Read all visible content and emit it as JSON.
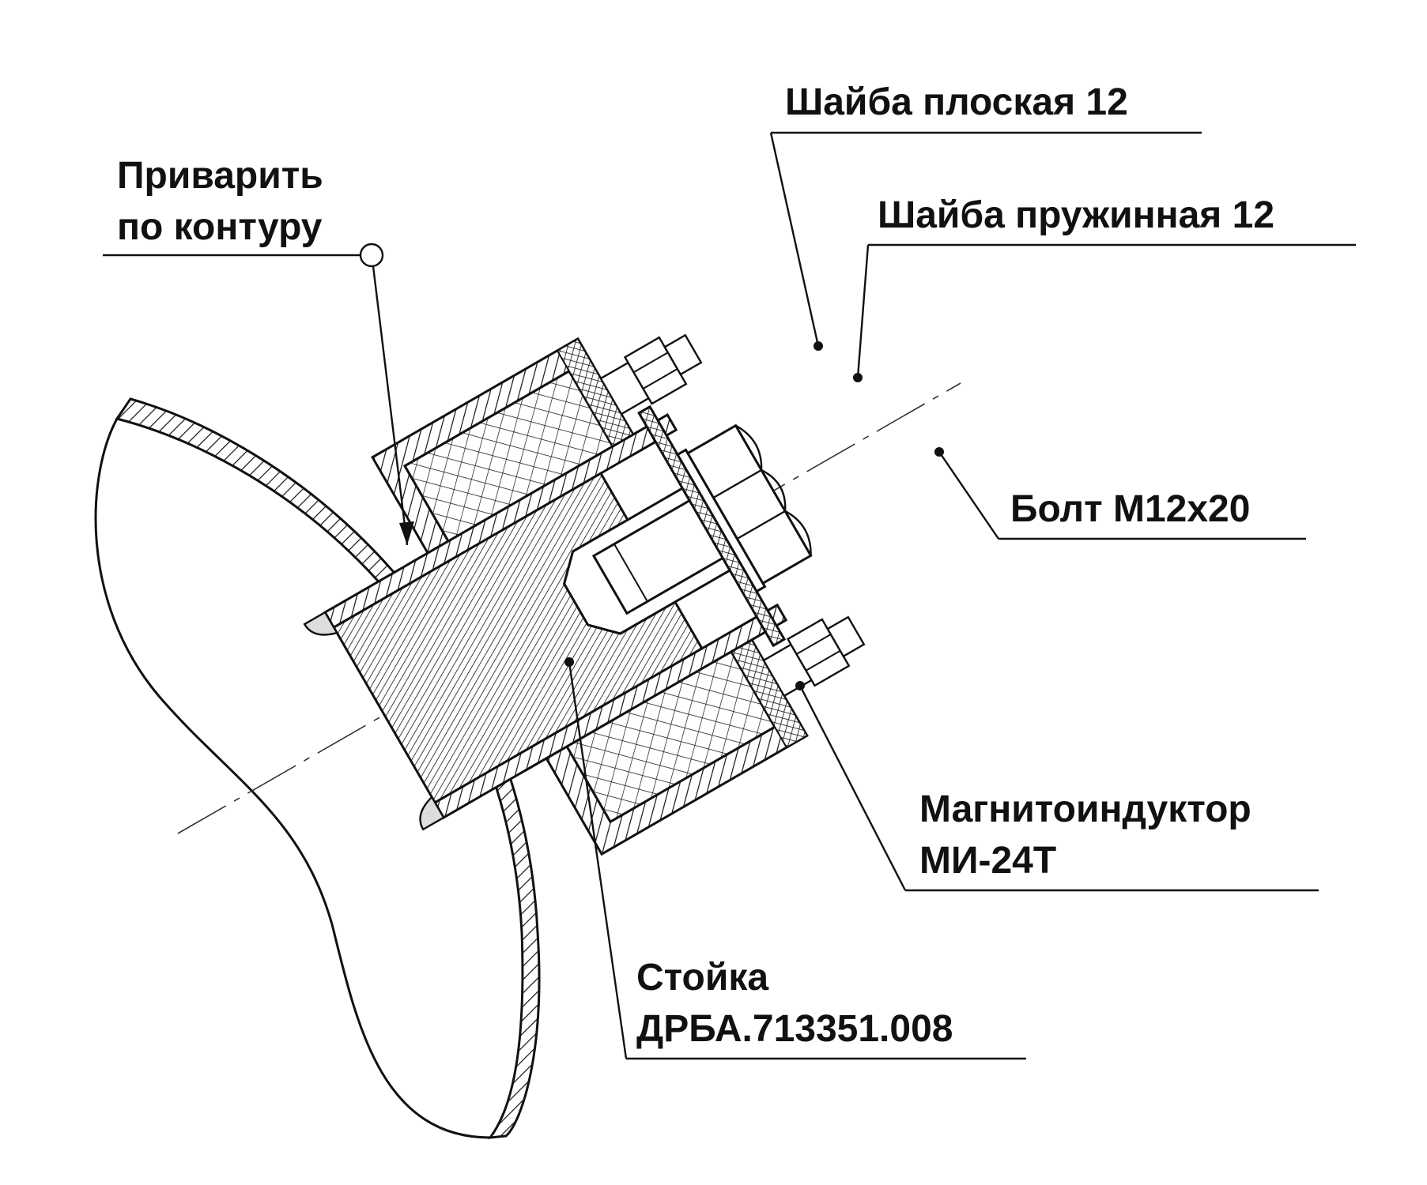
{
  "labels": {
    "weld_line1": "Приварить",
    "weld_line2": "по контуру",
    "flat_washer": "Шайба плоская 12",
    "spring_washer": "Шайба пружинная 12",
    "bolt": "Болт М12х20",
    "inductor_line1": "Магнитоиндуктор",
    "inductor_line2": "МИ-24Т",
    "stand_line1": "Стойка",
    "stand_line2": "ДРБА.713351.008"
  },
  "colors": {
    "ink": "#111111",
    "paper": "#ffffff"
  }
}
